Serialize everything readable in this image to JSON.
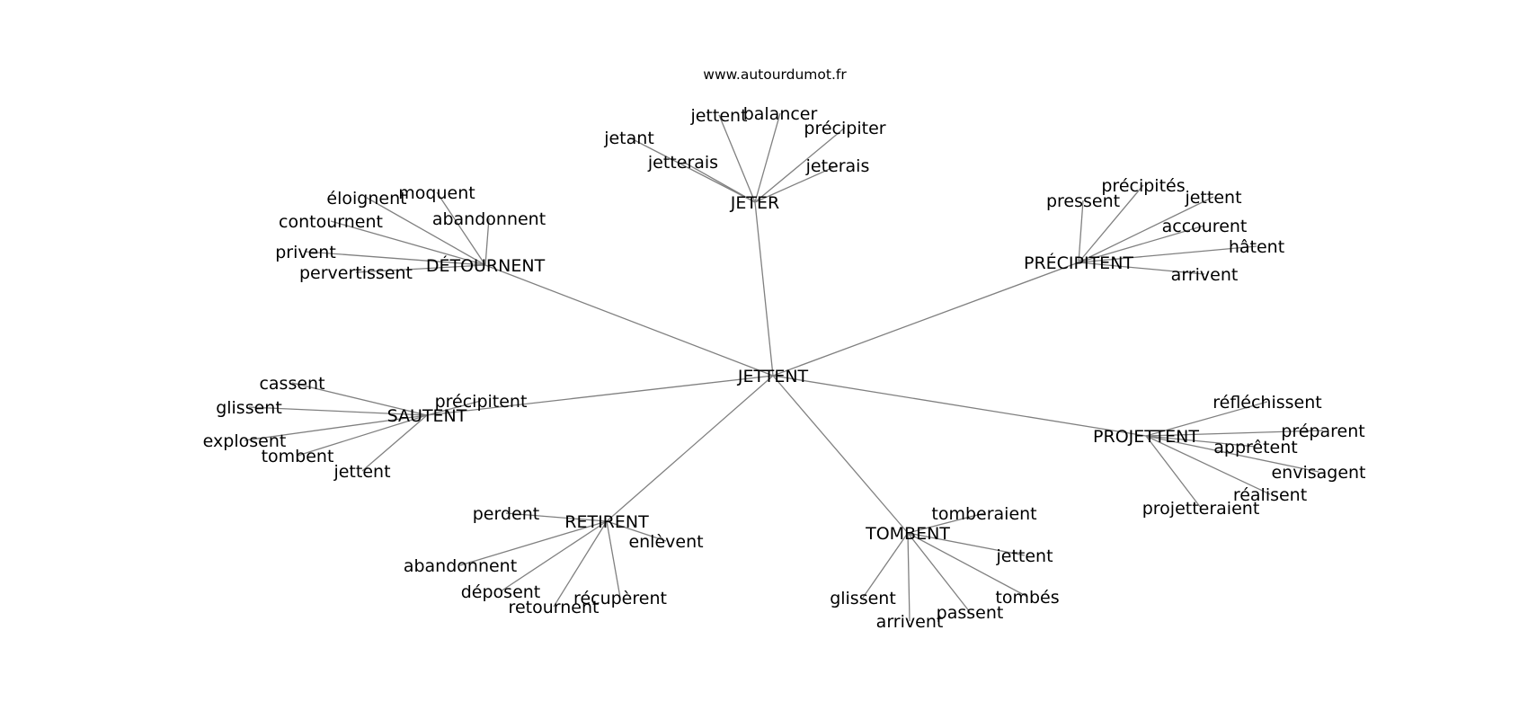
{
  "source": "www.autourdumot.fr",
  "center": "JETTENT",
  "groups": [
    {
      "hub": "JETER",
      "leaves": [
        "jetant",
        "jetterais",
        "jettent",
        "balancer",
        "précipiter",
        "jeterais"
      ]
    },
    {
      "hub": "DÉTOURNENT",
      "leaves": [
        "éloignent",
        "moquent",
        "abandonnent",
        "contournent",
        "privent",
        "pervertissent"
      ]
    },
    {
      "hub": "PRÉCIPITENT",
      "leaves": [
        "pressent",
        "précipités",
        "jettent",
        "accourent",
        "hâtent",
        "arrivent"
      ]
    },
    {
      "hub": "SAUTENT",
      "leaves": [
        "cassent",
        "glissent",
        "précipitent",
        "explosent",
        "tombent",
        "jettent"
      ]
    },
    {
      "hub": "PROJETTENT",
      "leaves": [
        "réfléchissent",
        "préparent",
        "apprêtent",
        "envisagent",
        "réalisent",
        "projetteraient"
      ]
    },
    {
      "hub": "RETIRENT",
      "leaves": [
        "perdent",
        "enlèvent",
        "abandonnent",
        "déposent",
        "retournent",
        "récupèrent"
      ]
    },
    {
      "hub": "TOMBENT",
      "leaves": [
        "tomberaient",
        "jettent",
        "tombés",
        "passent",
        "arrivent",
        "glissent"
      ]
    }
  ]
}
